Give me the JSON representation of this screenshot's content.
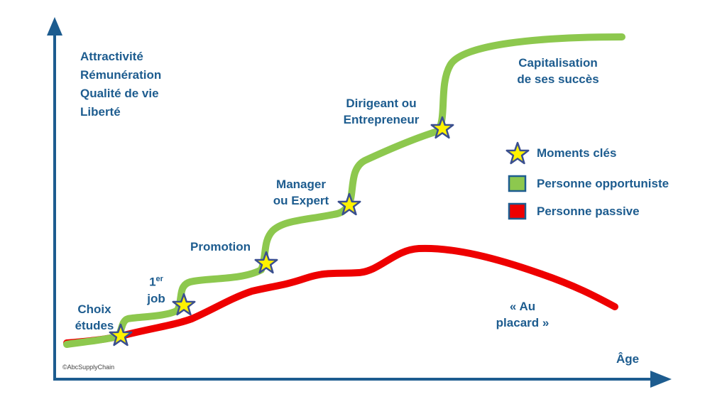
{
  "y_axis_labels": [
    "Attractivité",
    "Rémunération",
    "Qualité de vie",
    "Liberté"
  ],
  "x_axis_label": "Âge",
  "milestones": {
    "choix_etudes": [
      "Choix",
      "études"
    ],
    "premier_job": {
      "number": "1",
      "superscript": "er",
      "word": "job"
    },
    "promotion": "Promotion",
    "manager": [
      "Manager",
      "ou Expert"
    ],
    "dirigeant": [
      "Dirigeant ou",
      "Entrepreneur"
    ],
    "capitalisation": [
      "Capitalisation",
      "de ses succès"
    ],
    "placard": [
      "« Au",
      "placard »"
    ]
  },
  "legend": {
    "moments": "Moments clés",
    "opportuniste": "Personne opportuniste",
    "passive": "Personne passive"
  },
  "copyright": "©AbcSupplyChain",
  "colors": {
    "axis": "#1d5c8f",
    "text": "#1d5c8f",
    "green_line": "#8dc84e",
    "red_line": "#ee0000",
    "star_fill": "#fff200",
    "star_stroke": "#3a4f8f"
  }
}
